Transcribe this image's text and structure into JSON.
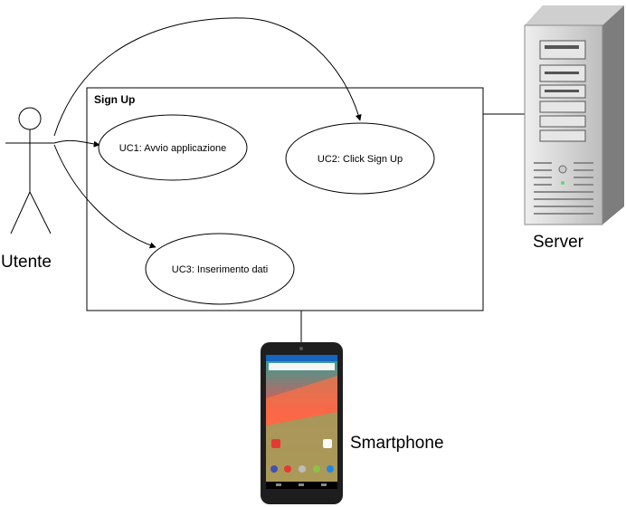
{
  "diagram": {
    "system_title": "Sign Up",
    "actor": {
      "label": "Utente"
    },
    "use_cases": [
      {
        "id": "uc1",
        "label": "UC1: Avvio applicazione"
      },
      {
        "id": "uc2",
        "label": "UC2: Click Sign Up"
      },
      {
        "id": "uc3",
        "label": "UC3: Inserimento dati"
      }
    ],
    "server": {
      "label": "Server"
    },
    "smartphone": {
      "label": "Smartphone"
    }
  },
  "colors": {
    "line": "#000000",
    "server_body": "#d9d9d9",
    "server_dark": "#9a9a9a",
    "phone_body": "#1e1e1e",
    "screen_top": "#2196f3",
    "screen_red": "#f4511e",
    "screen_green": "#43a047"
  }
}
